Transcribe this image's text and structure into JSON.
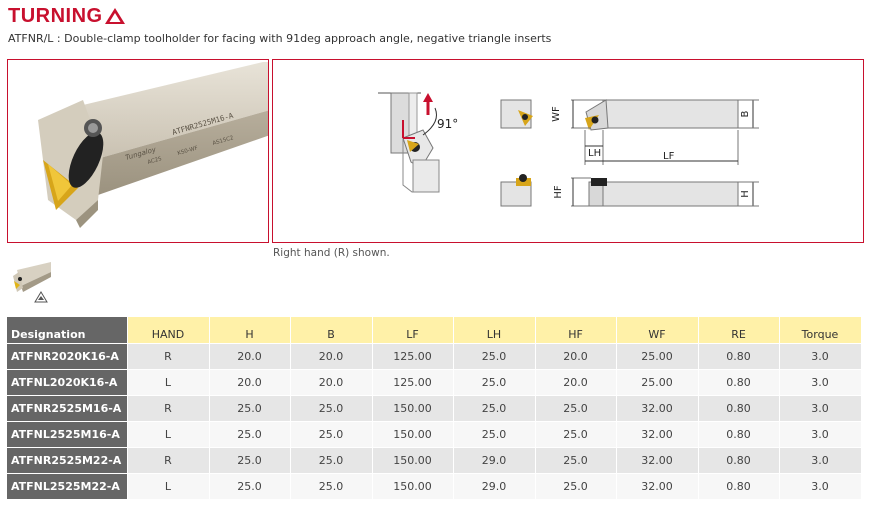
{
  "brand": {
    "name": "TURNING"
  },
  "subtitle": "ATFNR/L : Double-clamp toolholder for facing with 91deg approach angle, negative triangle inserts",
  "photo": {
    "shank_text": "ATFNR2525M16-A",
    "brand_mark": "Tungaloy",
    "grade_a": "AC25",
    "grade_b": "KS0-WF",
    "grade_c": "AS15C2"
  },
  "diagram": {
    "angle_label": "91°",
    "dims": {
      "WF": "WF",
      "B": "B",
      "LH": "LH",
      "LF": "LF",
      "HF": "HF",
      "H": "H"
    }
  },
  "caption": "Right hand (R) shown.",
  "table": {
    "headers": [
      "Designation",
      "HAND",
      "H",
      "B",
      "LF",
      "LH",
      "HF",
      "WF",
      "RE",
      "Torque"
    ],
    "rows": [
      [
        "ATFNR2020K16-A",
        "R",
        "20.0",
        "20.0",
        "125.00",
        "25.0",
        "20.0",
        "25.00",
        "0.80",
        "3.0"
      ],
      [
        "ATFNL2020K16-A",
        "L",
        "20.0",
        "20.0",
        "125.00",
        "25.0",
        "20.0",
        "25.00",
        "0.80",
        "3.0"
      ],
      [
        "ATFNR2525M16-A",
        "R",
        "25.0",
        "25.0",
        "150.00",
        "25.0",
        "25.0",
        "32.00",
        "0.80",
        "3.0"
      ],
      [
        "ATFNL2525M16-A",
        "L",
        "25.0",
        "25.0",
        "150.00",
        "25.0",
        "25.0",
        "32.00",
        "0.80",
        "3.0"
      ],
      [
        "ATFNR2525M22-A",
        "R",
        "25.0",
        "25.0",
        "150.00",
        "29.0",
        "25.0",
        "32.00",
        "0.80",
        "3.0"
      ],
      [
        "ATFNL2525M22-A",
        "L",
        "25.0",
        "25.0",
        "150.00",
        "29.0",
        "25.0",
        "32.00",
        "0.80",
        "3.0"
      ]
    ]
  },
  "colors": {
    "brand_red": "#c8102e",
    "header_yellow": "#fff1a8",
    "designation_gray": "#666666",
    "insert_gold": "#e0b418"
  }
}
